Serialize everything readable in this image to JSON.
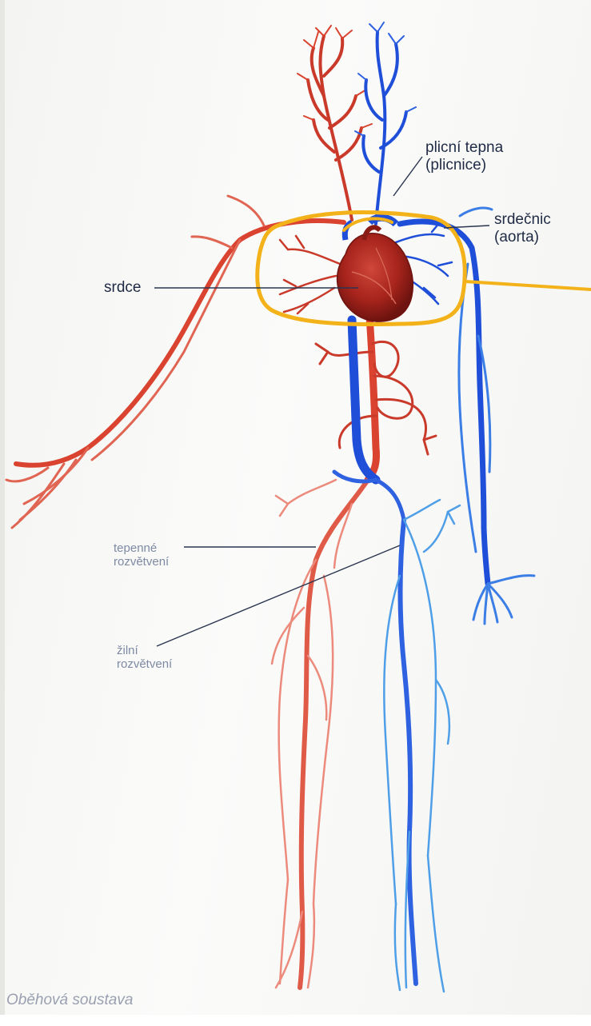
{
  "labels": {
    "pulmonary_artery_line1": "plicní tepna",
    "pulmonary_artery_line2": "(plicnice)",
    "aorta_line1": "srdečnic",
    "aorta_line2": "(aorta)",
    "heart": "srdce",
    "arterial_branching_line1": "tepenné",
    "arterial_branching_line2": "rozvětvení",
    "venous_branching_line1": "žilní",
    "venous_branching_line2": "rozvětvení"
  },
  "caption": "Oběhová soustava",
  "colors": {
    "artery": "#d9432f",
    "artery_dark": "#b3271c",
    "artery_light": "#ec8a7c",
    "vein": "#1f4fd8",
    "vein_light": "#4f9fe8",
    "heart": "#a6241c",
    "highlight": "#f3b21a",
    "leader_line": "#2b3550",
    "dark_label": "#1f2a44",
    "light_label": "#7e8aa4",
    "caption": "#9aa0b0"
  }
}
